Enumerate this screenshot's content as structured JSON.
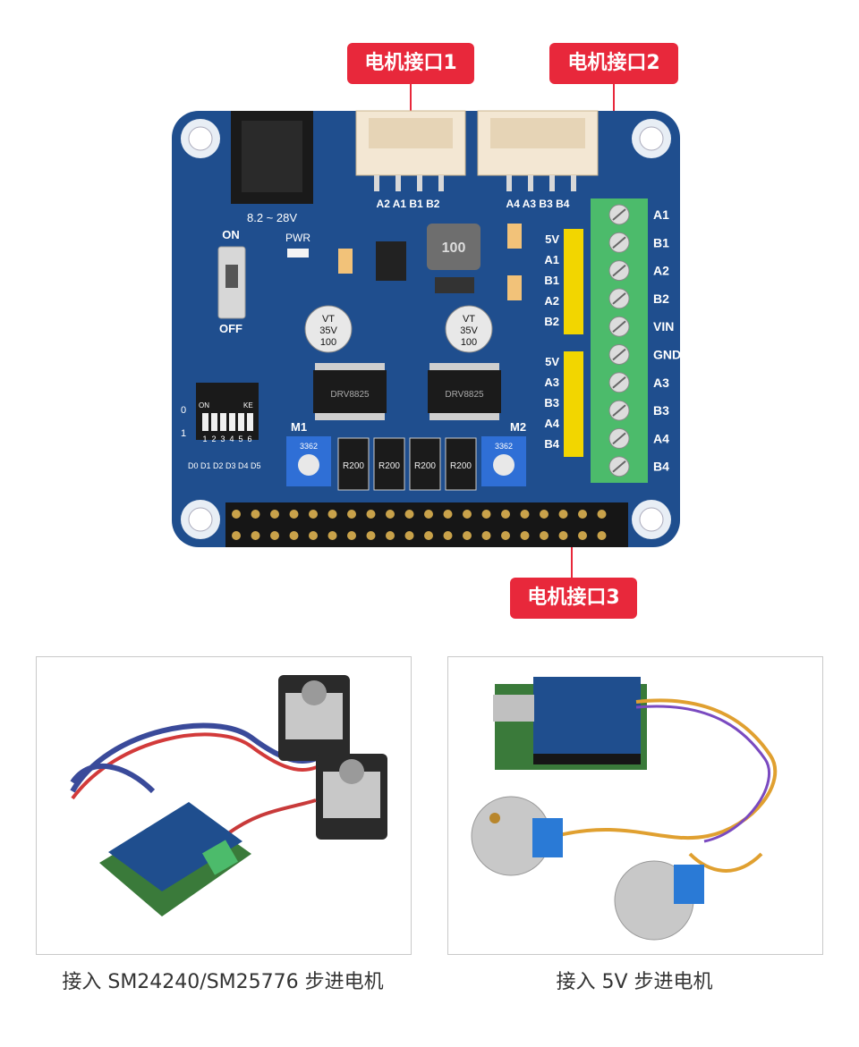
{
  "callouts": {
    "motor1": "电机接口1",
    "motor2": "电机接口2",
    "motor3": "电机接口3"
  },
  "board": {
    "power_range": "8.2 ~ 28V",
    "switch_on": "ON",
    "switch_off": "OFF",
    "pwr_label": "PWR",
    "inductor_label": "100",
    "cap_left": [
      "VT",
      "35V",
      "100"
    ],
    "cap_right": [
      "VT",
      "35V",
      "100"
    ],
    "driver_chip": "DRV8825",
    "resistor_label": "R200",
    "pot_label": "3362",
    "m1_label": "M1",
    "m2_label": "M2",
    "dip_on": "ON",
    "dip_ke": "KE",
    "dip_row0": "0",
    "dip_row1": "1",
    "dip_numbers": [
      "1",
      "2",
      "3",
      "4",
      "5",
      "6"
    ],
    "dip_bottom": "D0 D1 D2 D3 D4 D5",
    "conn1_pins": "A2 A1 B1 B2",
    "conn2_pins": "A4 A3 B3 B4",
    "header_left_top": [
      "5V",
      "A1",
      "B1",
      "A2",
      "B2"
    ],
    "header_left_bottom": [
      "5V",
      "A3",
      "B3",
      "A4",
      "B4"
    ],
    "terminal_labels": [
      "A1",
      "B1",
      "A2",
      "B2",
      "VIN",
      "GND",
      "A3",
      "B3",
      "A4",
      "B4"
    ]
  },
  "captions": {
    "left": "接入 SM24240/SM25776 步进电机",
    "right": "接入 5V 步进电机"
  },
  "colors": {
    "board_blue": "#1f4e8e",
    "callout_red": "#e8283b",
    "terminal_green": "#4cbb6b",
    "header_yellow": "#f2d600"
  }
}
